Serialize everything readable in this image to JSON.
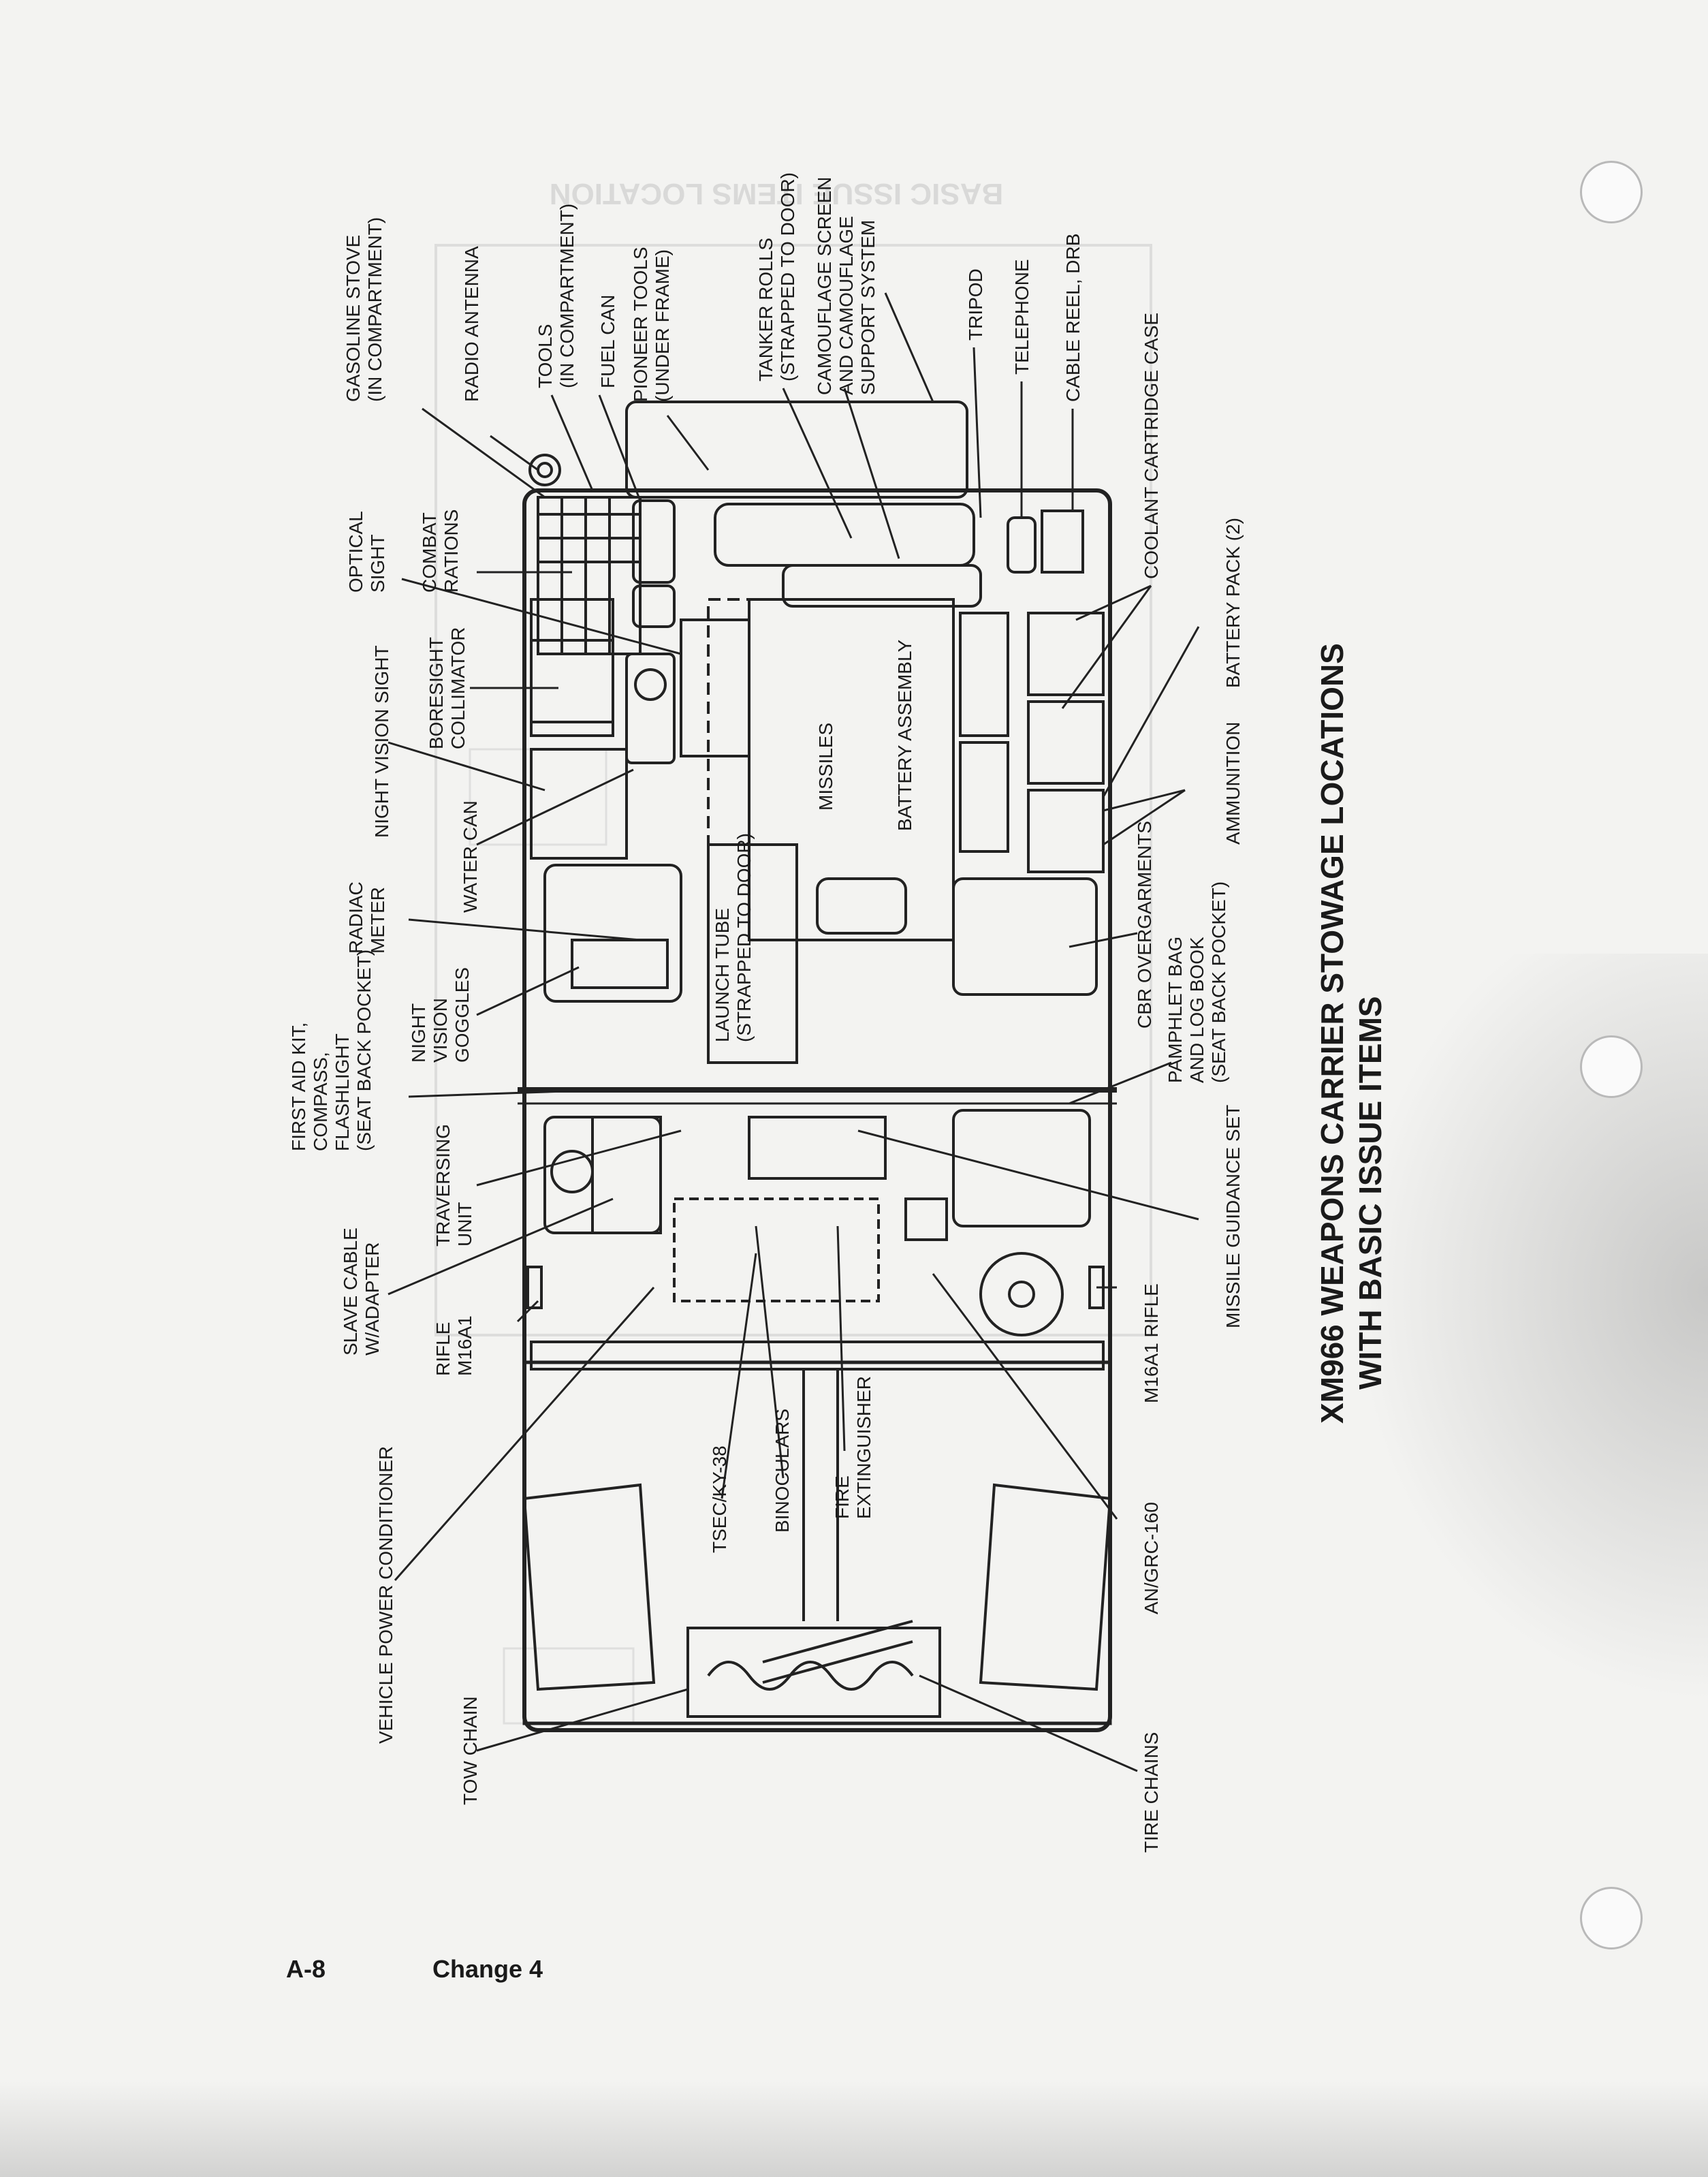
{
  "page": {
    "page_number": "A-8",
    "change": "Change 4",
    "ghost_title": "BASIC ISSUE ITEMS LOCATION"
  },
  "figure": {
    "title_line1": "XM966 WEAPONS CARRIER STOWAGE LOCATIONS",
    "title_line2": "WITH BASIC ISSUE ITEMS",
    "labels": {
      "gasoline_stove": [
        "GASOLINE STOVE",
        "(IN COMPARTMENT)"
      ],
      "radio_antenna": [
        "RADIO ANTENNA"
      ],
      "tools": [
        "TOOLS",
        "(IN COMPARTMENT)"
      ],
      "fuel_can": [
        "FUEL CAN"
      ],
      "pioneer_tools": [
        "PIONEER TOOLS",
        "(UNDER FRAME)"
      ],
      "tanker_rolls": [
        "TANKER ROLLS",
        "(STRAPPED TO DOOR)"
      ],
      "camouflage_screen": [
        "CAMOUFLAGE SCREEN",
        "AND CAMOUFLAGE",
        "SUPPORT SYSTEM"
      ],
      "tripod": [
        "TRIPOD"
      ],
      "telephone": [
        "TELEPHONE"
      ],
      "cable_reel": [
        "CABLE REEL, DRB"
      ],
      "coolant_cartridge_case": [
        "COOLANT CARTRIDGE CASE"
      ],
      "battery_pack": [
        "BATTERY PACK (2)"
      ],
      "ammunition": [
        "AMMUNITION"
      ],
      "cbr_overgarments": [
        "CBR OVERGARMENTS"
      ],
      "pamphlet_bag": [
        "PAMPHLET BAG",
        "AND LOG BOOK",
        "(SEAT BACK POCKET)"
      ],
      "missile_guidance_set": [
        "MISSILE GUIDANCE SET"
      ],
      "m16a1_rifle_right": [
        "M16A1 RIFLE"
      ],
      "an_grc_160": [
        "AN/GRC-160"
      ],
      "tire_chains": [
        "TIRE CHAINS"
      ],
      "combat_rations": [
        "COMBAT",
        "RATIONS"
      ],
      "optical_sight": [
        "OPTICAL",
        "SIGHT"
      ],
      "boresight_collimator": [
        "BORESIGHT",
        "COLLIMATOR"
      ],
      "night_vision_sight": [
        "NIGHT VISION SIGHT"
      ],
      "water_can": [
        "WATER CAN"
      ],
      "radiac_meter": [
        "RADIAC",
        "METER"
      ],
      "night_vision_goggles": [
        "NIGHT",
        "VISION",
        "GOGGLES"
      ],
      "first_aid_kit": [
        "FIRST AID KIT,",
        "COMPASS,",
        "FLASHLIGHT",
        "(SEAT BACK POCKET)"
      ],
      "traversing_unit": [
        "TRAVERSING",
        "UNIT"
      ],
      "slave_cable": [
        "SLAVE CABLE",
        "W/ADAPTER"
      ],
      "rifle_m16a1_left": [
        "RIFLE",
        "M16A1"
      ],
      "vehicle_power_conditioner": [
        "VEHICLE POWER CONDITIONER"
      ],
      "tow_chain": [
        "TOW CHAIN"
      ],
      "launch_tube": [
        "LAUNCH TUBE",
        "(STRAPPED TO DOOR)"
      ],
      "missiles": [
        "MISSILES"
      ],
      "battery_assembly": [
        "BATTERY ASSEMBLY"
      ],
      "tsec_ky38": [
        "TSEC/KY-38"
      ],
      "binoculars": [
        "BINOCULARS"
      ],
      "fire_extinguisher": [
        "FIRE",
        "EXTINGUISHER"
      ]
    }
  }
}
